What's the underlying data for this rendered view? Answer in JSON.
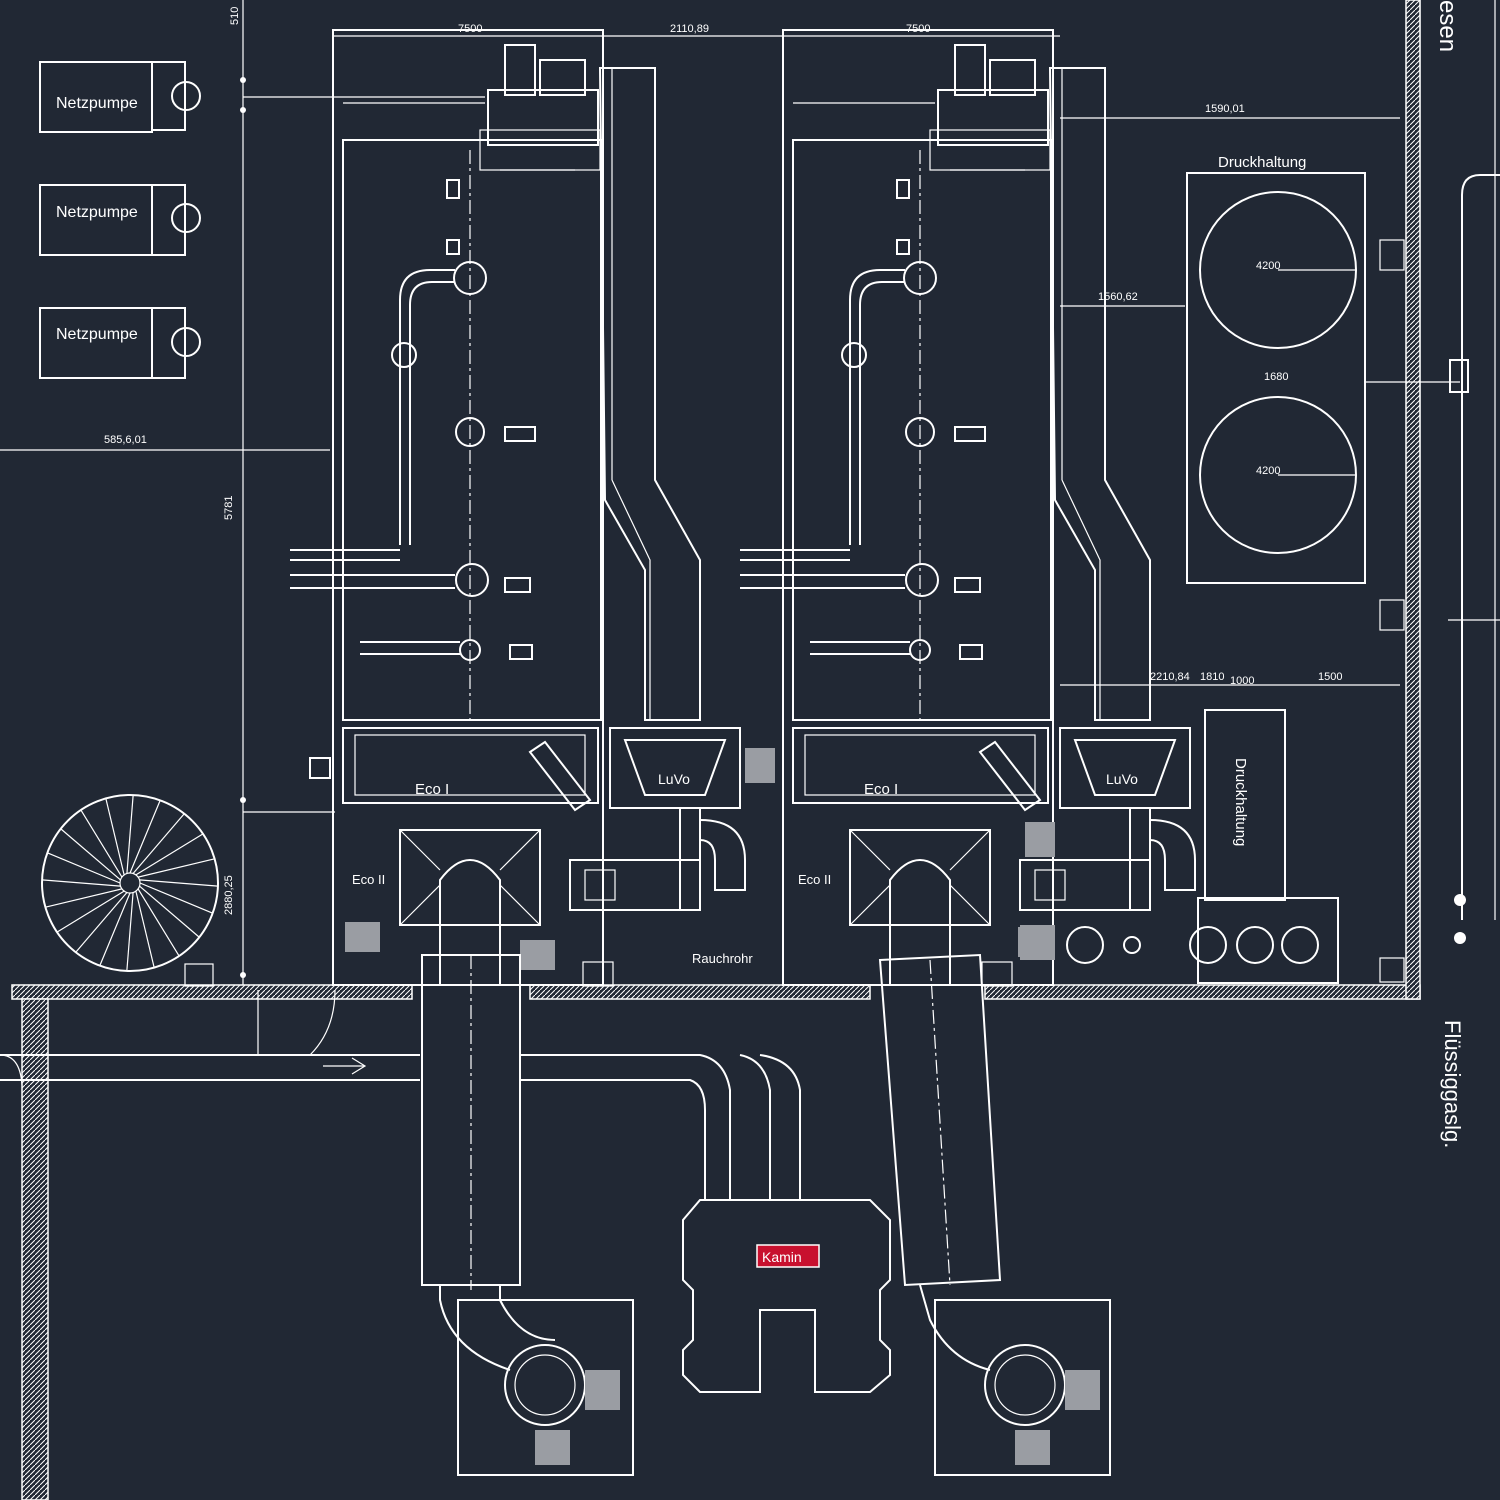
{
  "labels": {
    "netzpumpe_1": "Netzpumpe",
    "netzpumpe_2": "Netzpumpe",
    "netzpumpe_3": "Netzpumpe",
    "druckhaltung_top": "Druckhaltung",
    "druckhaltung_vert": "Druckhaltung",
    "eco1_left": "Eco I",
    "eco1_right": "Eco I",
    "eco2_left": "Eco II",
    "eco2_right": "Eco II",
    "luvo_left": "LuVo",
    "luvo_right": "LuVo",
    "rauchrohr": "Rauchrohr",
    "kamin": "Kamin",
    "fluessiggas": "Flüssiggaslg.",
    "edge_top_right": "esen"
  },
  "dimensions": {
    "d1": "7500",
    "d2": "2110,89",
    "d3": "7500",
    "d4": "1590,01",
    "d5": "585,6,01",
    "d6": "1560,62",
    "d7": "1680",
    "d8": "1810",
    "d9": "2210,84",
    "d10": "1000",
    "d11": "1500",
    "d12": "4200",
    "d13": "4200",
    "d14": "5781",
    "d15": "2880,25",
    "d16": "510"
  },
  "colors": {
    "background": "#212834",
    "line": "#ffffff",
    "accent_red": "#c8102e",
    "accent_purple": "#9b2aa8",
    "accent_blue": "#2a55ff",
    "hatch_grey": "#9a9da3"
  }
}
